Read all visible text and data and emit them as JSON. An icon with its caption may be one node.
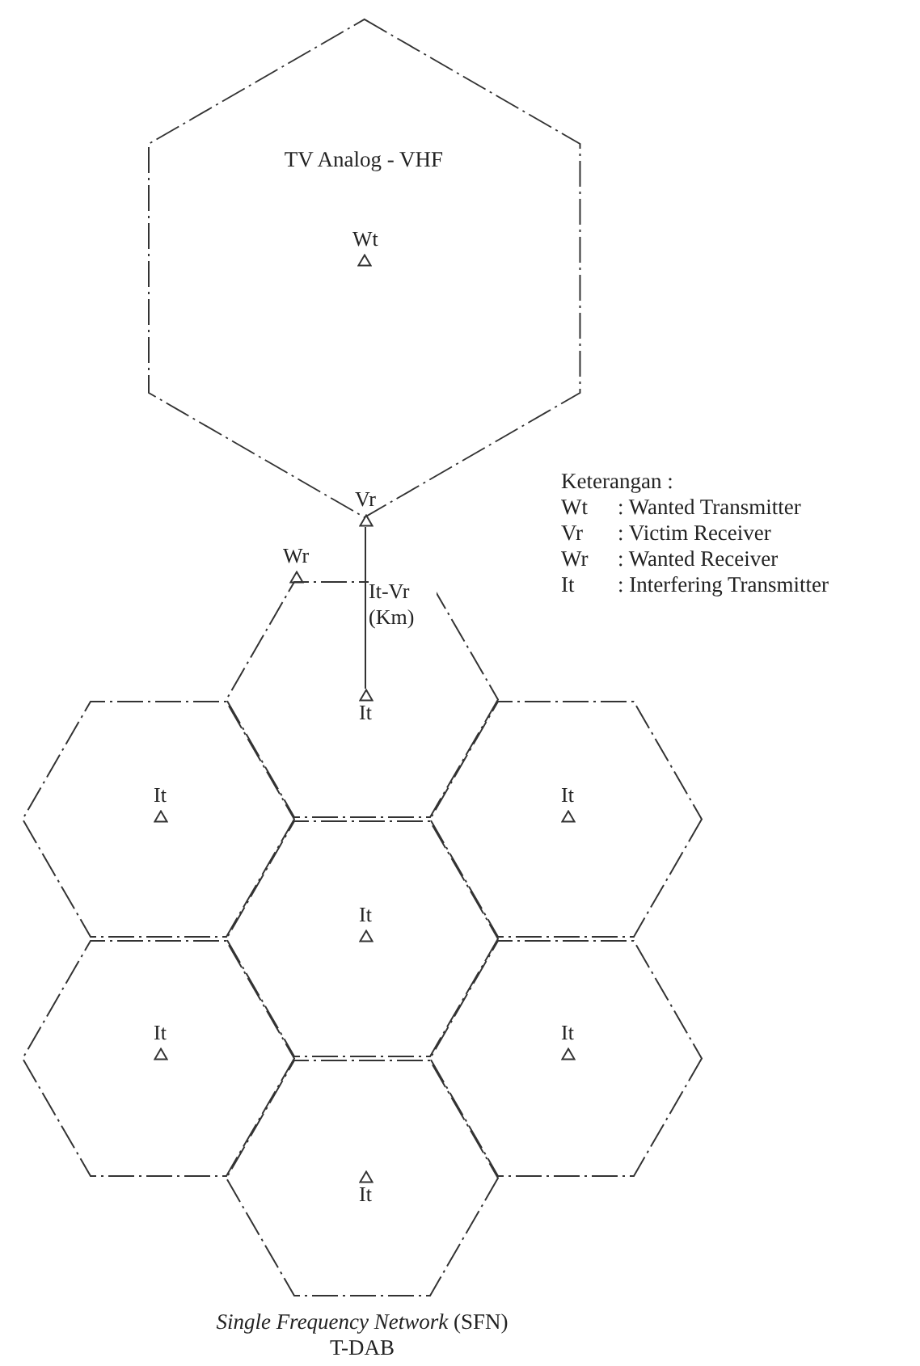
{
  "diagram": {
    "caption": "*Single Frequency Network* (SFN)",
    "nodes": [
      {
        "text": [
          "TV Analog - VHF"
        ]
      },
      {
        "text": [
          "Wt"
        ],
        "in": 0
      },
      {
        "text": [
          "Vr"
        ]
      },
      {
        "text": [
          "Wr"
        ]
      },
      {
        "text": [],
        "shape": "hexagon"
      },
      {
        "text": [
          "It"
        ],
        "in": 4
      },
      {
        "text": [],
        "shape": "hexagon"
      },
      {
        "text": [
          "It"
        ],
        "in": 6
      },
      {
        "text": [],
        "shape": "hexagon"
      },
      {
        "text": [
          "It"
        ],
        "in": 8
      },
      {
        "text": [],
        "shape": "hexagon"
      },
      {
        "text": [
          "It"
        ],
        "in": 10
      },
      {
        "text": [],
        "shape": "hexagon"
      },
      {
        "text": [
          "It"
        ],
        "in": 12
      },
      {
        "text": [],
        "shape": "hexagon"
      },
      {
        "text": [
          "It"
        ],
        "in": 14
      },
      {
        "text": [],
        "shape": "hexagon"
      },
      {
        "text": [
          "It"
        ],
        "in": 16
      }
    ],
    "edges": [
      {
        "from": 5,
        "to": 2,
        "arrow": "none",
        "label": "It-Vr (Km)"
      }
    ],
    "labels": [
      "Keterangan :",
      "Wt",
      ": Wanted Transmitter",
      "Vr",
      ": Victim Receiver",
      "Wr",
      ": Wanted Receiver",
      "It",
      ": Interfering Transmitter",
      "T-DAB"
    ]
  }
}
